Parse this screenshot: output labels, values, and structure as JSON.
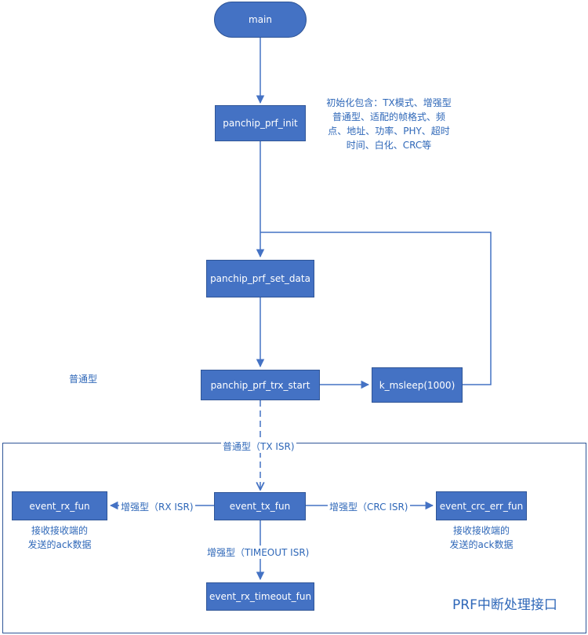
{
  "nodes": {
    "main": "main",
    "init": "panchip_prf_init",
    "set_data": "panchip_prf_set_data",
    "trx_start": "panchip_prf_trx_start",
    "sleep": "k_msleep(1000)",
    "event_tx": "event_tx_fun",
    "event_rx": "event_rx_fun",
    "event_crc_err": "event_crc_err_fun",
    "event_rx_timeout": "event_rx_timeout_fun"
  },
  "notes": {
    "init_line1": "初始化包含：TX模式、增强型",
    "init_line2": "普通型、适配的帧格式、频",
    "init_line3": "点、地址、功率、PHY、超时",
    "init_line4": "时间、白化、CRC等",
    "normal_mode": "普通型",
    "rx_ack_line1": "接收接收端的",
    "rx_ack_line2": "发送的ack数据",
    "crc_ack_line1": "接收接收端的",
    "crc_ack_line2": "发送的ack数据"
  },
  "edges": {
    "tx_isr": "普通型（TX ISR)",
    "rx_isr": "增强型（RX ISR)",
    "crc_isr": "增强型（CRC ISR)",
    "timeout_isr": "增强型（TIMEOUT ISR)"
  },
  "group": {
    "title": "PRF中断处理接口"
  },
  "colors": {
    "box_fill": "#4472c4",
    "box_border": "#2f5597",
    "text_blue": "#2e67b8",
    "line": "#4472c4"
  }
}
